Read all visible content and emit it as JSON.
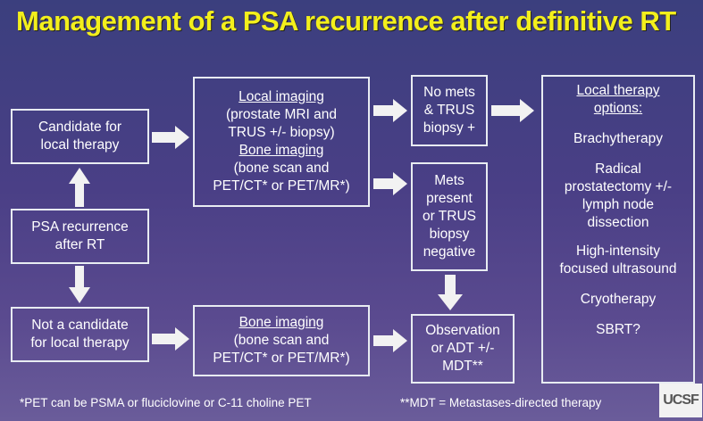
{
  "title": "Management of a PSA recurrence after definitive RT",
  "boxes": {
    "candidate": [
      "Candidate for",
      "local therapy"
    ],
    "psa": [
      "PSA recurrence",
      "after RT"
    ],
    "not_candidate": [
      "Not a candidate",
      "for local therapy"
    ],
    "local_imaging": {
      "heading1": "Local imaging",
      "lines1": [
        "(prostate MRI and",
        "TRUS +/- biopsy)"
      ],
      "heading2": "Bone imaging",
      "lines2": [
        "(bone scan and",
        "PET/CT* or PET/MR*)"
      ]
    },
    "bone_imaging": {
      "heading": "Bone imaging",
      "lines": [
        "(bone scan and",
        "PET/CT* or PET/MR*)"
      ]
    },
    "no_mets": [
      "No mets",
      "& TRUS",
      "biopsy +"
    ],
    "mets_present": [
      "Mets",
      "present",
      "or TRUS",
      "biopsy",
      "negative"
    ],
    "observation": [
      "Observation",
      "or ADT +/-",
      "MDT**"
    ],
    "options": {
      "heading": [
        "Local therapy",
        "options:"
      ],
      "brachy": "Brachytherapy",
      "radical": [
        "Radical",
        "prostatectomy +/-",
        "lymph node",
        "dissection"
      ],
      "hifu": [
        "High-intensity",
        "focused ultrasound"
      ],
      "cryo": "Cryotherapy",
      "sbrt": "SBRT?"
    }
  },
  "footnotes": {
    "pet": "*PET can be PSMA or fluciclovine or C-11 choline PET",
    "mdt": "**MDT = Metastases-directed therapy"
  },
  "logo": "UCSF",
  "colors": {
    "title": "#f3ef1c",
    "box_border": "#e8ecf2",
    "arrow": "#f2f2f2"
  }
}
